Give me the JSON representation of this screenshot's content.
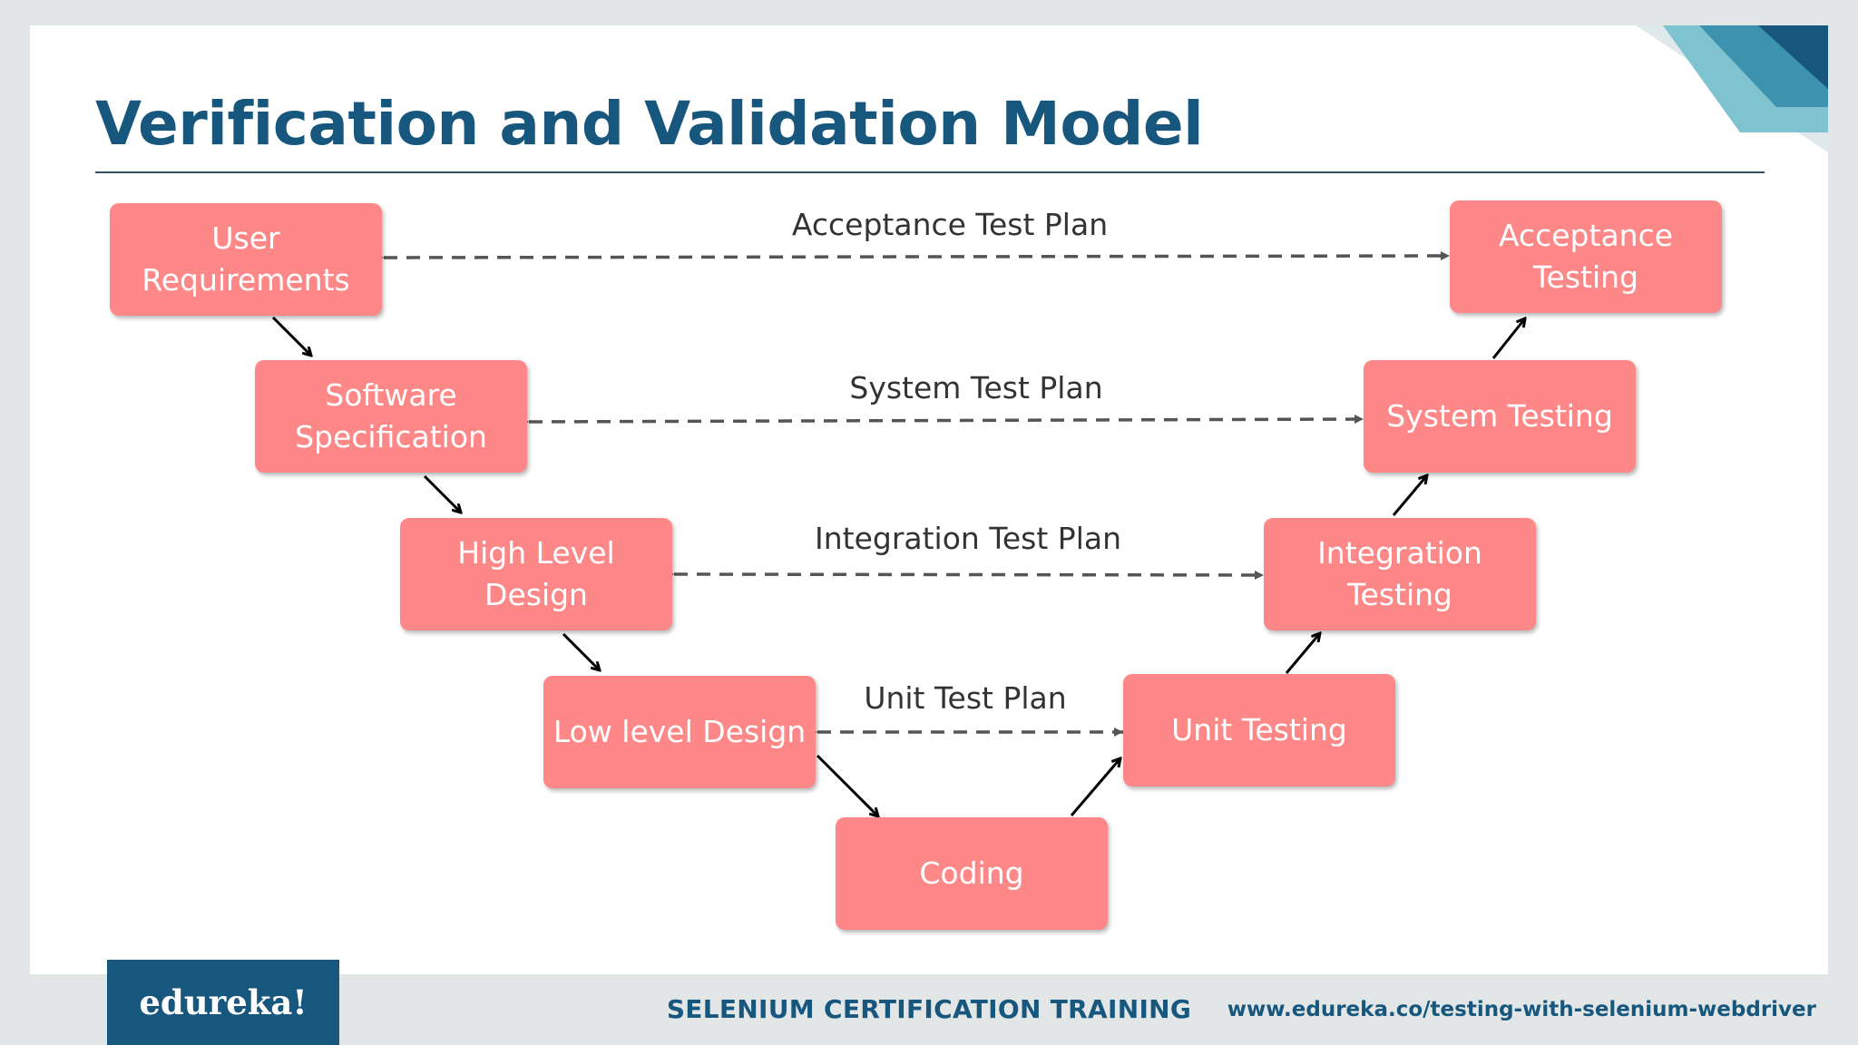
{
  "title": "Verification and Validation Model",
  "nodes": {
    "user_requirements": "User Requirements",
    "software_specification": "Software Specification",
    "high_level_design": "High Level Design",
    "low_level_design": "Low level Design",
    "coding": "Coding",
    "unit_testing": "Unit Testing",
    "integration_testing": "Integration Testing",
    "system_testing": "System Testing",
    "acceptance_testing": "Acceptance Testing"
  },
  "plans": {
    "acceptance": "Acceptance Test Plan",
    "system": "System Test Plan",
    "integration": "Integration Test Plan",
    "unit": "Unit Test Plan"
  },
  "footer": {
    "logo": "edureka!",
    "course": "SELENIUM CERTIFICATION TRAINING",
    "url": "www.edureka.co/testing-with-selenium-webdriver"
  },
  "colors": {
    "box": "#fe8787",
    "title": "#17577e",
    "accent_teal": "#5fb7c7"
  }
}
